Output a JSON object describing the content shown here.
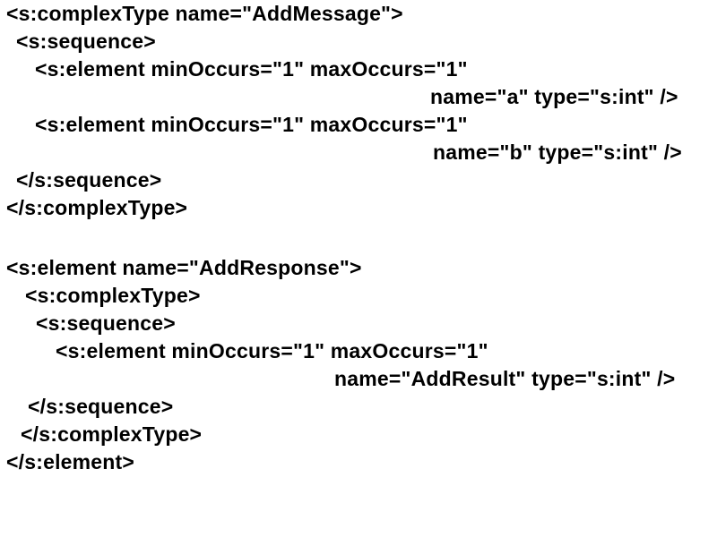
{
  "slide": {
    "background_color": "#ffffff",
    "text_color": "#000000"
  },
  "code_lines": [
    {
      "text": "<s:complexType name=\"AddMessage\">"
    },
    {
      "text": "<s:sequence>"
    },
    {
      "text": "<s:element minOccurs=\"1\" maxOccurs=\"1\""
    },
    {
      "text": "name=\"a\" type=\"s:int\" />"
    },
    {
      "text": "<s:element minOccurs=\"1\" maxOccurs=\"1\""
    },
    {
      "text": "name=\"b\" type=\"s:int\" />"
    },
    {
      "text": "</s:sequence>"
    },
    {
      "text": "</s:complexType>"
    },
    {
      "text": "<s:element name=\"AddResponse\">"
    },
    {
      "text": "<s:complexType>"
    },
    {
      "text": "<s:sequence>"
    },
    {
      "text": "<s:element minOccurs=\"1\" maxOccurs=\"1\""
    },
    {
      "text": "name=\"AddResult\" type=\"s:int\" />"
    },
    {
      "text": "</s:sequence>"
    },
    {
      "text": "</s:complexType>"
    },
    {
      "text": "</s:element>"
    }
  ]
}
